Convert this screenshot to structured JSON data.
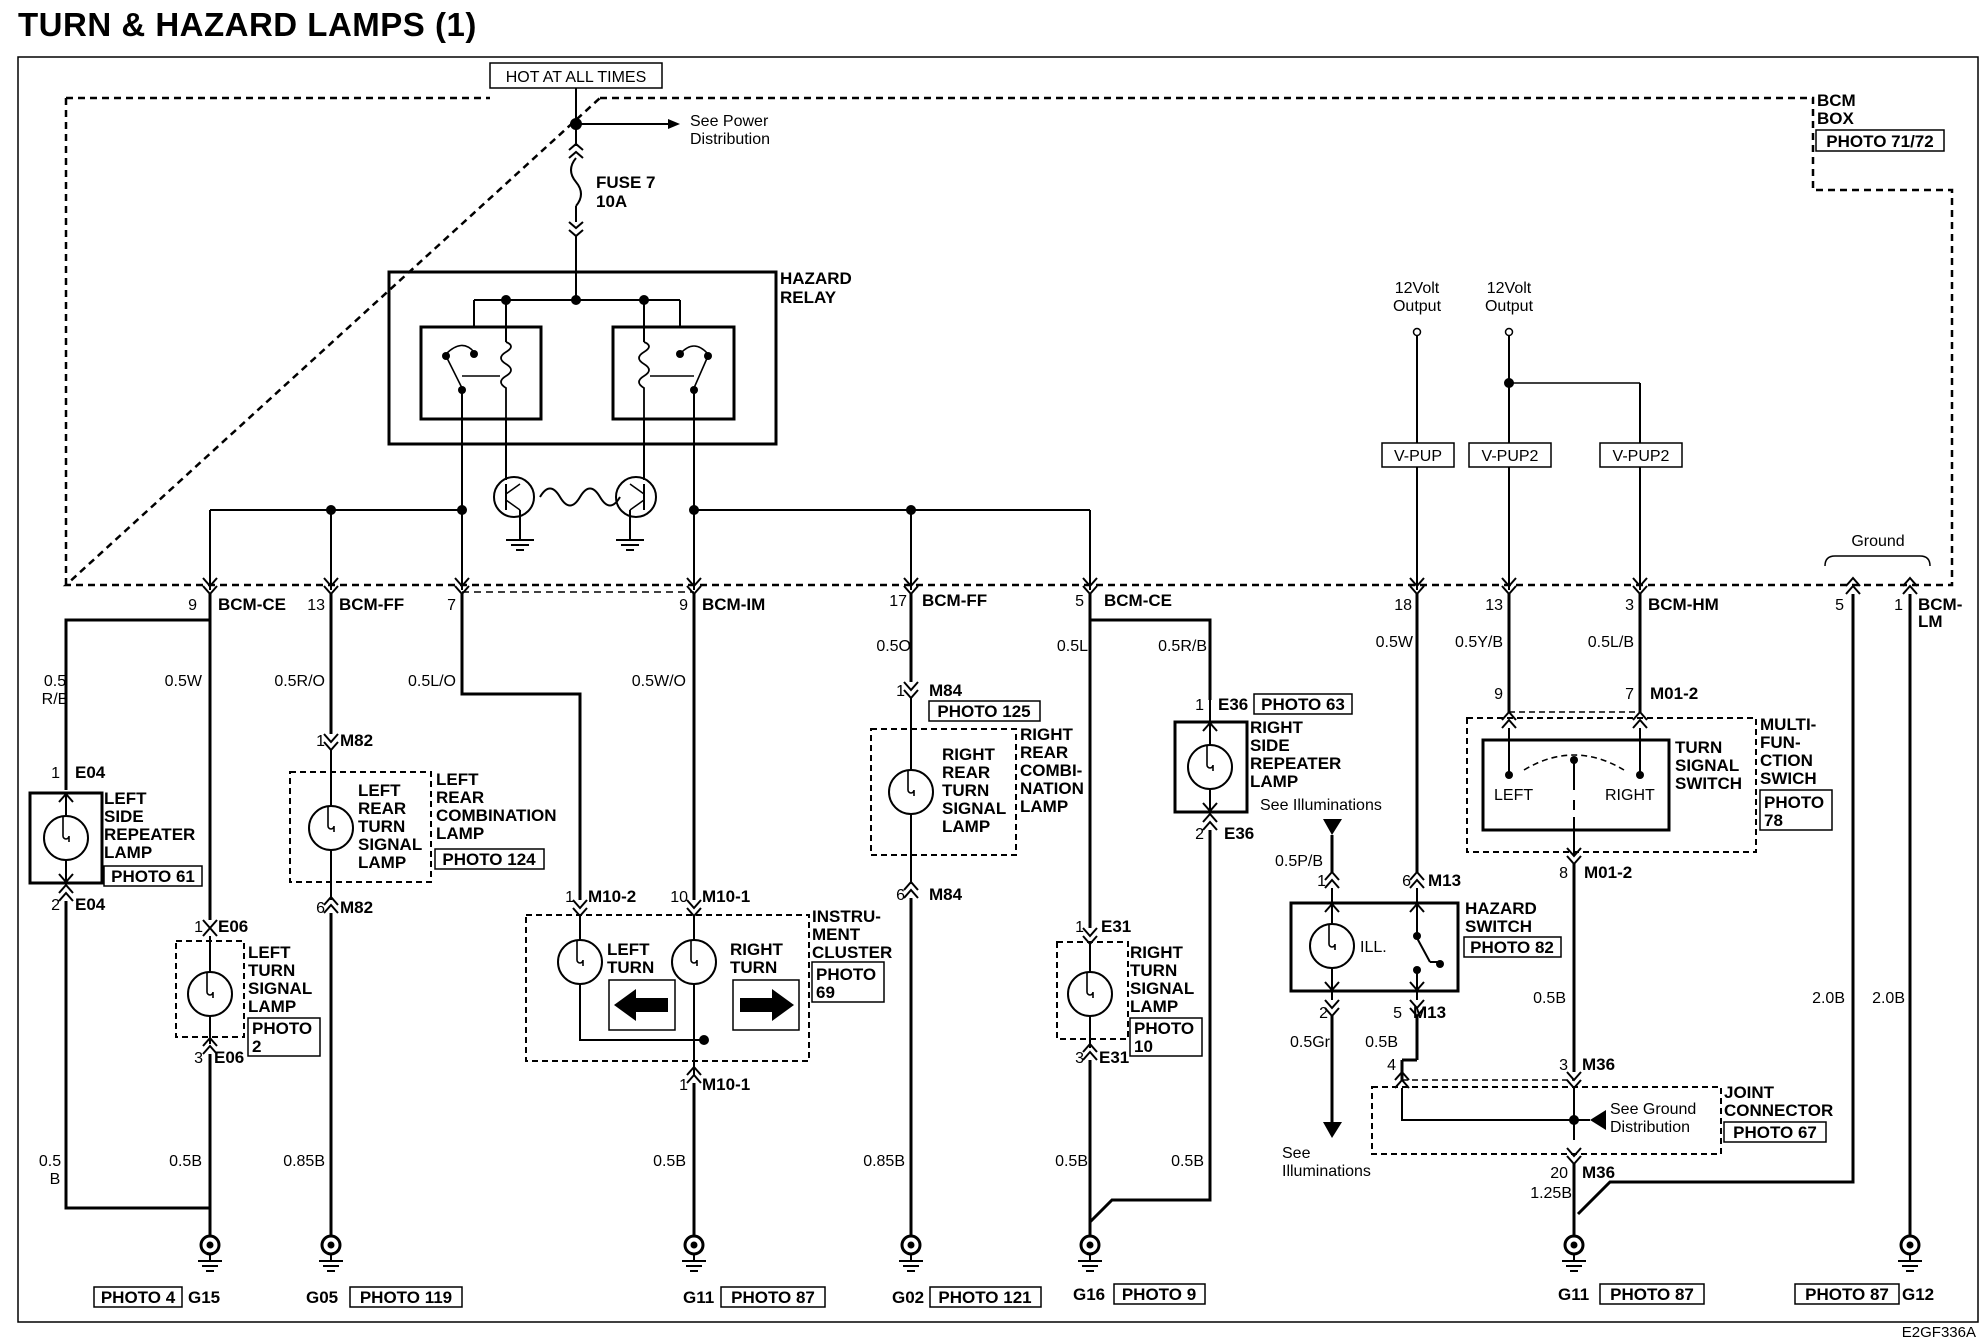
{
  "title": "TURN & HAZARD LAMPS (1)",
  "code": "E2GF336A",
  "top": {
    "hot": "HOT AT ALL TIMES",
    "see_power": [
      "See Power",
      "Distribution"
    ],
    "fuse": [
      "FUSE 7",
      "10A"
    ],
    "hazard_relay": [
      "HAZARD",
      "RELAY"
    ],
    "bcm_box": [
      "BCM",
      "BOX"
    ],
    "bcm_photo": "PHOTO 71/72",
    "volt_output": [
      "12Volt",
      "Output"
    ],
    "vpup": "V-PUP",
    "vpup2": "V-PUP2",
    "ground": "Ground"
  },
  "bcm_pins": {
    "p9a": "9",
    "bcm_ce_a": "BCM-CE",
    "p13": "13",
    "bcm_ff_a": "BCM-FF",
    "p7": "7",
    "p9b": "9",
    "bcm_im": "BCM-IM",
    "p17": "17",
    "bcm_ff_b": "BCM-FF",
    "p5": "5",
    "bcm_ce_b": "BCM-CE",
    "p18": "18",
    "p13b": "13",
    "p3": "3",
    "bcm_hm": "BCM-HM",
    "p5b": "5",
    "p1": "1",
    "bcm_lm": [
      "BCM-",
      "LM"
    ]
  },
  "wires": {
    "w05rb": [
      "0.5",
      "R/B"
    ],
    "w05w": "0.5W",
    "w05ro": "0.5R/O",
    "w05lo": "0.5L/O",
    "w05wo": "0.5W/O",
    "w05o": "0.5O",
    "w05l": "0.5L",
    "w05rb2": "0.5R/B",
    "w05w2": "0.5W",
    "w05yb": "0.5Y/B",
    "w05lb": "0.5L/B",
    "w05pb": "0.5P/B",
    "w05b_a": [
      "0.5",
      "B"
    ],
    "w05b_b": "0.5B",
    "w085b_a": "0.85B",
    "w05b_c": "0.5B",
    "w085b_b": "0.85B",
    "w05b_d": "0.5B",
    "w05b_e": "0.5B",
    "w05gr": "0.5Gr",
    "w05b_f": "0.5B",
    "w05b_g": "0.5B",
    "w125b": "1.25B",
    "w20b_a": "2.0B",
    "w20b_b": "2.0B"
  },
  "components": {
    "left_side_rep": [
      "LEFT",
      "SIDE",
      "REPEATER",
      "LAMP"
    ],
    "left_side_rep_photo": "PHOTO 61",
    "e04_top": "E04",
    "e04_top_pin": "1",
    "e04_bot": "E04",
    "e04_bot_pin": "2",
    "left_turn_sig": [
      "LEFT",
      "TURN",
      "SIGNAL",
      "LAMP"
    ],
    "left_turn_sig_photo": [
      "PHOTO",
      "2"
    ],
    "e06_top": "E06",
    "e06_top_pin": "1",
    "e06_bot": "E06",
    "e06_bot_pin": "3",
    "m82_top": "M82",
    "m82_top_pin": "1",
    "m82_bot": "M82",
    "m82_bot_pin": "6",
    "lr_turn": [
      "LEFT",
      "REAR",
      "TURN",
      "SIGNAL",
      "LAMP"
    ],
    "lr_comb": [
      "LEFT",
      "REAR",
      "COMBINATION",
      "LAMP"
    ],
    "lr_comb_photo": "PHOTO 124",
    "m10_2": "M10-2",
    "m10_2_pin": "1",
    "m10_1": "M10-1",
    "m10_1_pin": "10",
    "m10_1b": "M10-1",
    "m10_1b_pin": "1",
    "left_turn_ind": [
      "LEFT",
      "TURN"
    ],
    "right_turn_ind": [
      "RIGHT",
      "TURN"
    ],
    "instr_cluster": [
      "INSTRU-",
      "MENT",
      "CLUSTER"
    ],
    "instr_photo": [
      "PHOTO",
      "69"
    ],
    "m84_top": "M84",
    "m84_top_pin": "1",
    "m84_photo": "PHOTO 125",
    "m84_bot": "M84",
    "m84_bot_pin": "6",
    "rr_turn": [
      "RIGHT",
      "REAR",
      "TURN",
      "SIGNAL",
      "LAMP"
    ],
    "rr_comb": [
      "RIGHT",
      "REAR",
      "COMBI-",
      "NATION",
      "LAMP"
    ],
    "e31_top": "E31",
    "e31_top_pin": "1",
    "e31_bot": "E31",
    "e31_bot_pin": "3",
    "right_turn_sig": [
      "RIGHT",
      "TURN",
      "SIGNAL",
      "LAMP"
    ],
    "right_turn_sig_photo": [
      "PHOTO",
      "10"
    ],
    "e36_top": "E36",
    "e36_top_pin": "1",
    "e36_photo": "PHOTO 63",
    "e36_bot": "E36",
    "e36_bot_pin": "2",
    "right_side_rep": [
      "RIGHT",
      "SIDE",
      "REPEATER",
      "LAMP"
    ],
    "see_illum_a": "See Illuminations",
    "m13_top": "M13",
    "m13_pin1": "1",
    "m13_pin6": "6",
    "hazard_switch": [
      "HAZARD",
      "SWITCH"
    ],
    "hazard_photo": "PHOTO 82",
    "ill": "ILL.",
    "m13_bot": "M13",
    "m13_pin2": "2",
    "m13_pin5": "5",
    "see_illum_b": [
      "See",
      "Illuminations"
    ],
    "m01_2_top": "M01-2",
    "m01_pin9": "9",
    "m01_pin7": "7",
    "sw_left": "LEFT",
    "sw_right": "RIGHT",
    "turn_sig_sw": [
      "TURN",
      "SIGNAL",
      "SWITCH"
    ],
    "multi_fn": [
      "MULTI-",
      "FUN-",
      "CTION",
      "SWICH"
    ],
    "multi_photo": [
      "PHOTO",
      "78"
    ],
    "m01_2_bot": "M01-2",
    "m01_pin8": "8",
    "m36_top": "M36",
    "m36_pin4": "4",
    "m36_pin3": "3",
    "see_ground": [
      "See Ground",
      "Distribution"
    ],
    "joint_conn": [
      "JOINT",
      "CONNECTOR"
    ],
    "joint_photo": "PHOTO 67",
    "m36_bot": "M36",
    "m36_pin20": "20"
  },
  "grounds": {
    "g15_photo": "PHOTO 4",
    "g15": "G15",
    "g05": "G05",
    "g05_photo": "PHOTO 119",
    "g11a": "G11",
    "g11a_photo": "PHOTO 87",
    "g02": "G02",
    "g02_photo": "PHOTO 121",
    "g16": "G16",
    "g16_photo": "PHOTO 9",
    "g11b": "G11",
    "g11b_photo": "PHOTO 87",
    "g12_photo": "PHOTO 87",
    "g12": "G12"
  }
}
